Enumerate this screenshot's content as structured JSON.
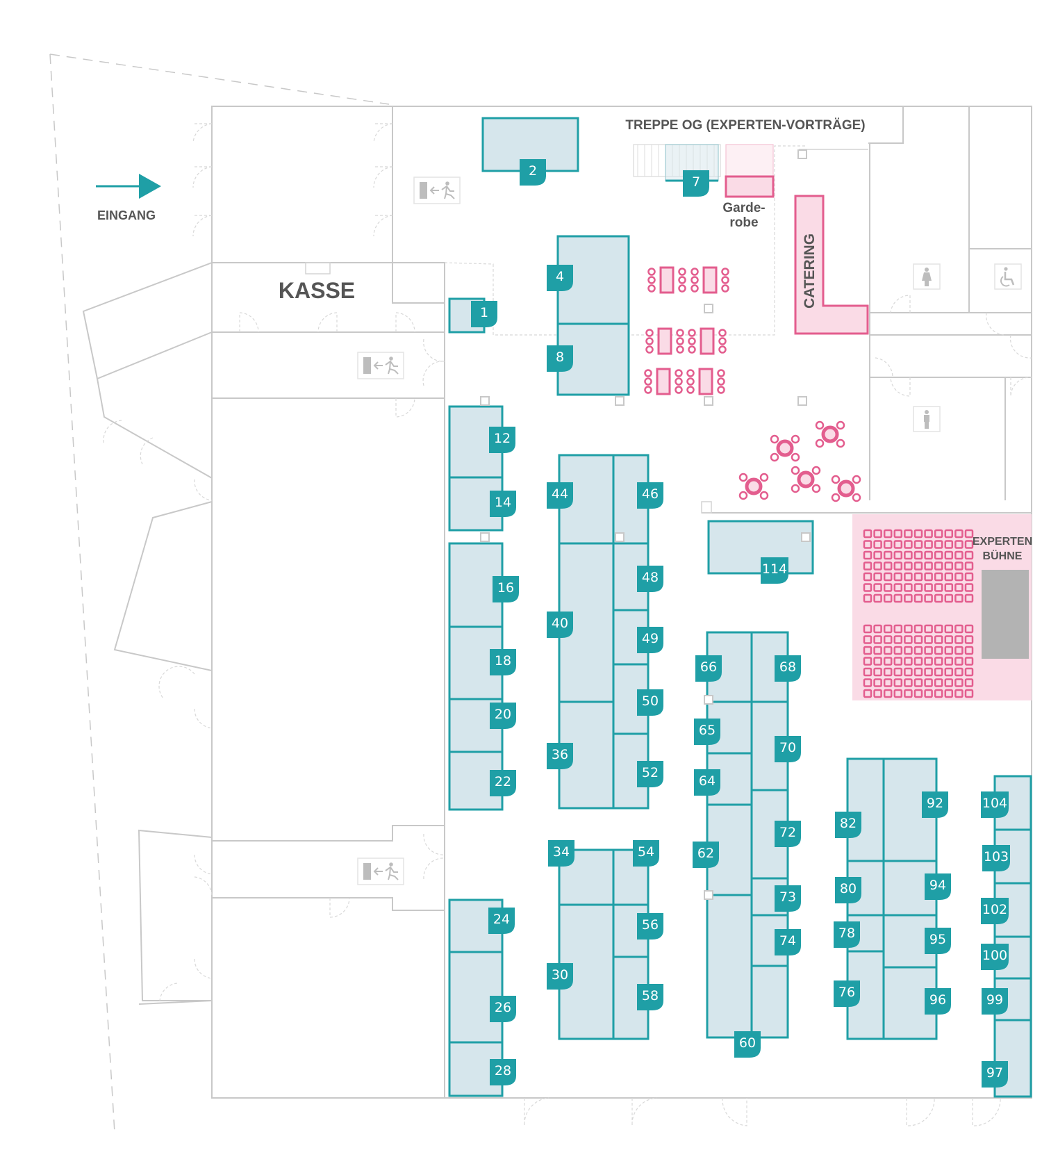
{
  "title": "Hallenplan",
  "labels": {
    "entrance": "EINGANG",
    "cashier": "KASSE",
    "stairs": "TREPPE OG (EXPERTEN-VORTRÄGE)",
    "cloakroom_line1": "Garde-",
    "cloakroom_line2": "robe",
    "catering": "CATERING",
    "stage_line1": "EXPERTEN",
    "stage_line2": "BÜHNE"
  },
  "icons": {
    "entrance_arrow": "arrow-right-icon",
    "emergency_exit": "emergency-exit-icon",
    "restroom_women": "restroom-women-icon",
    "restroom_men": "restroom-men-icon",
    "restroom_accessible": "wheelchair-icon",
    "pillar": "pillar-icon",
    "banquet_table": "banquet-table-icon",
    "round_table": "round-table-icon",
    "seat": "seat-icon"
  },
  "colors": {
    "booth_accent": "#1f9fa6",
    "booth_fill": "#d6e6ec",
    "catering_accent": "#e35d8e",
    "catering_fill": "#fadbe6",
    "wall": "#c8c8c8",
    "label": "#555555",
    "stage": "#b3b3b3"
  },
  "booths": [
    "1",
    "2",
    "4",
    "7",
    "8",
    "12",
    "14",
    "16",
    "18",
    "20",
    "22",
    "24",
    "26",
    "28",
    "30",
    "34",
    "36",
    "40",
    "44",
    "46",
    "48",
    "49",
    "50",
    "52",
    "54",
    "56",
    "58",
    "60",
    "62",
    "64",
    "65",
    "66",
    "68",
    "70",
    "72",
    "73",
    "74",
    "76",
    "78",
    "80",
    "82",
    "92",
    "94",
    "95",
    "96",
    "97",
    "99",
    "100",
    "102",
    "103",
    "104",
    "114"
  ],
  "seating": {
    "banquet_tables": 6,
    "round_tables": 5,
    "stage_seat_blocks": 2,
    "stage_seat_rows_per_block": 7,
    "stage_seat_cols": 11
  }
}
